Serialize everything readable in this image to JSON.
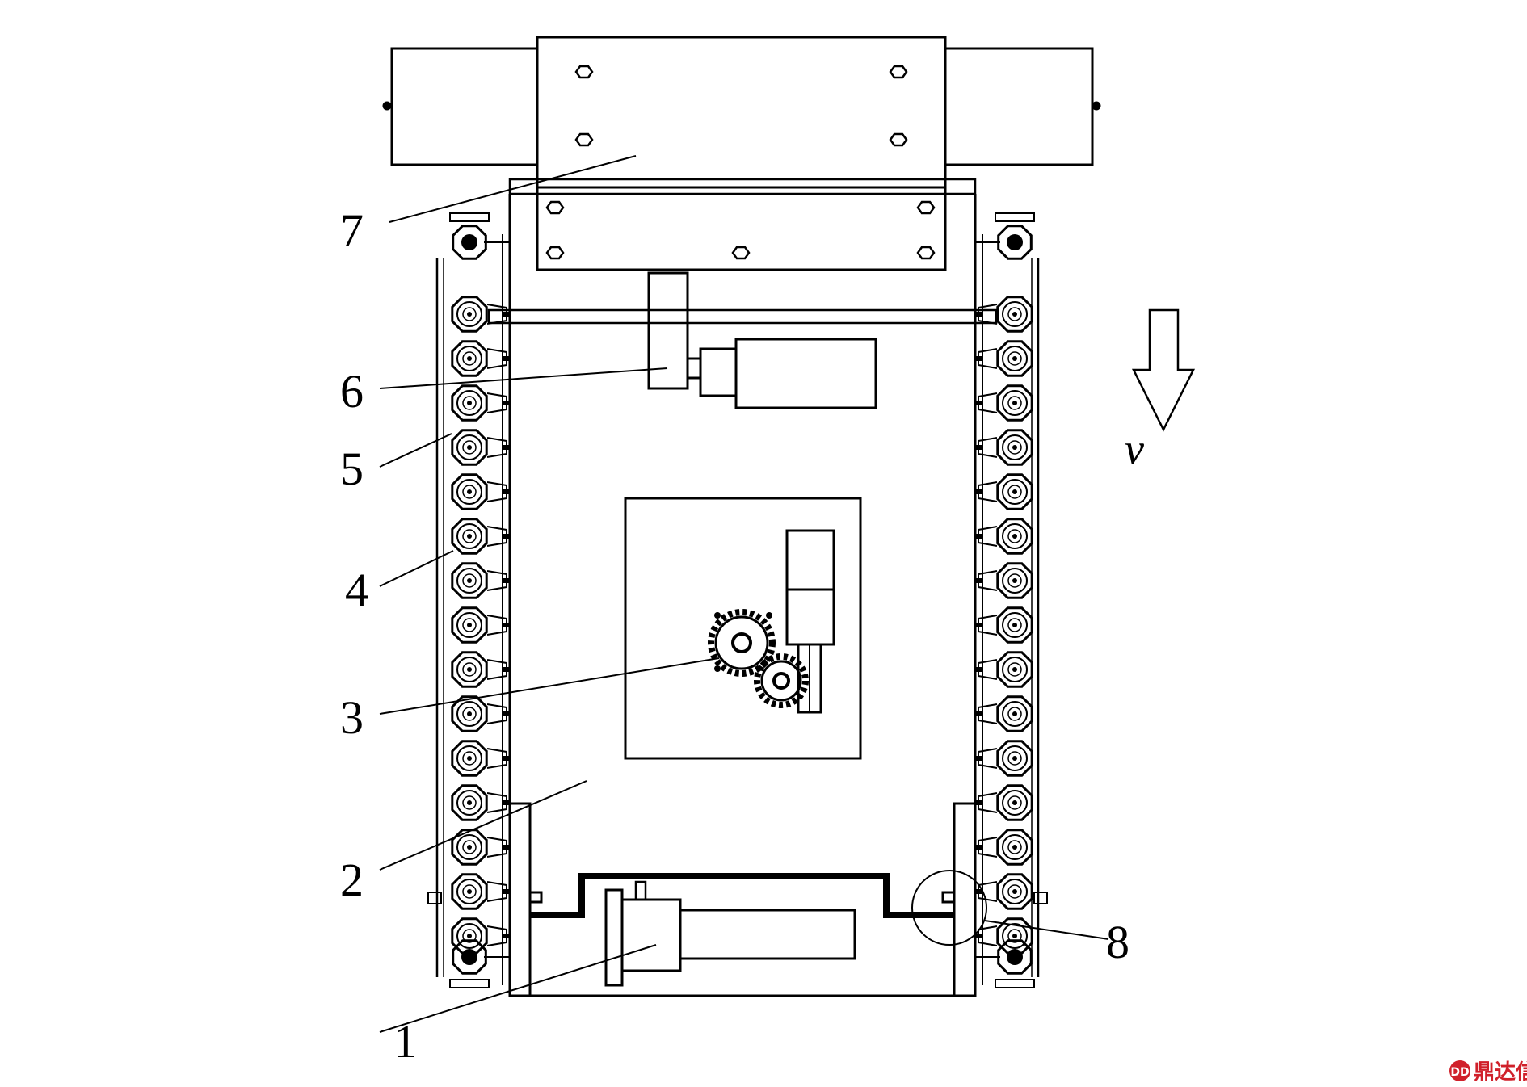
{
  "callouts": [
    {
      "id": "1",
      "label": "1"
    },
    {
      "id": "2",
      "label": "2"
    },
    {
      "id": "3",
      "label": "3"
    },
    {
      "id": "4",
      "label": "4"
    },
    {
      "id": "5",
      "label": "5"
    },
    {
      "id": "6",
      "label": "6"
    },
    {
      "id": "7",
      "label": "7"
    },
    {
      "id": "8",
      "label": "8"
    }
  ],
  "velocity_label": "v",
  "watermark": {
    "text": "鼎达信",
    "color": "#d0202a"
  },
  "colors": {
    "line": "#000000",
    "background": "#ffffff"
  }
}
